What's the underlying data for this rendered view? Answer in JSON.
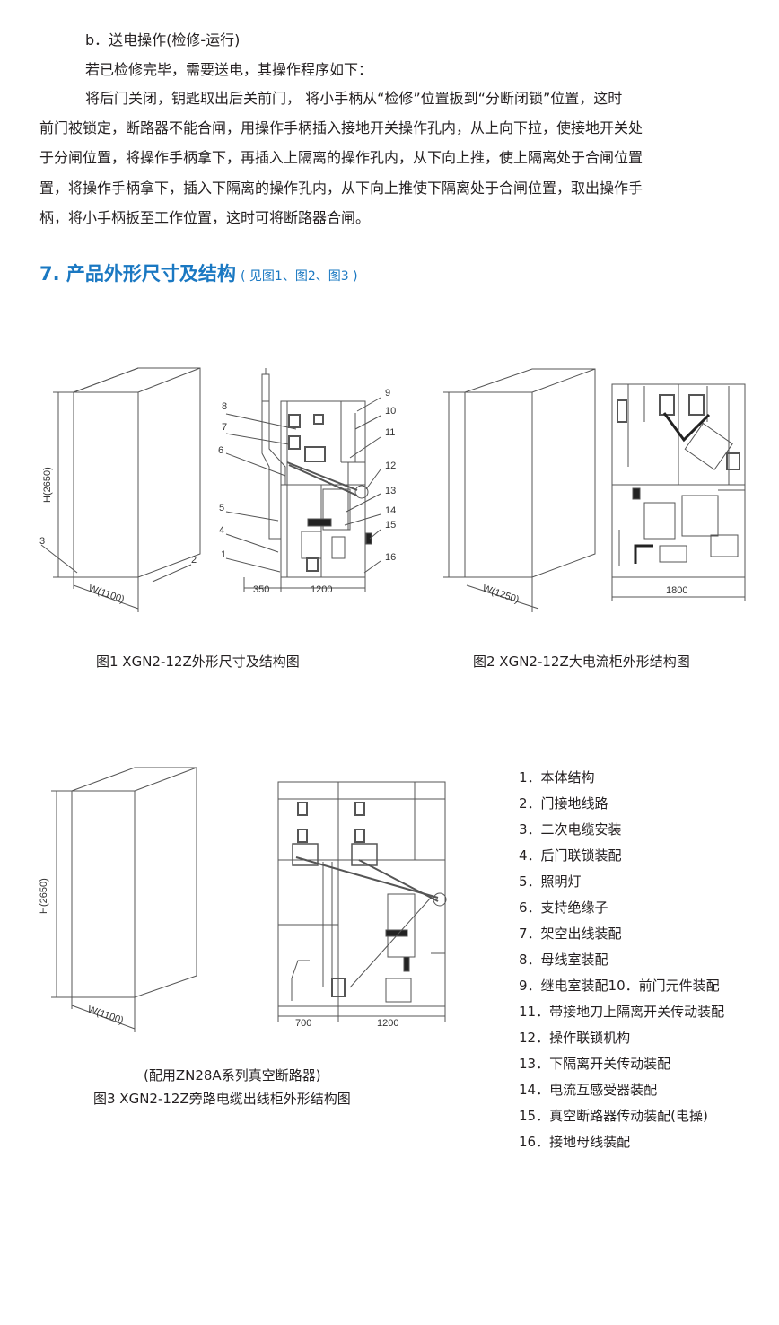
{
  "intro": {
    "heading_b": "b．送电操作(检修-运行)",
    "line1": "若已检修完毕，需要送电，其操作程序如下：",
    "para": [
      "将后门关闭，钥匙取出后关前门， 将小手柄从“检修”位置扳到“分断闭锁”位置，这时",
      "前门被锁定，断路器不能合闸，用操作手柄插入接地开关操作孔内，从上向下拉，使接地开关处",
      "于分闸位置，将操作手柄拿下，再插入上隔离的操作孔内，从下向上推，使上隔离处于合闸位置",
      "置，将操作手柄拿下，插入下隔离的操作孔内，从下向上推使下隔离处于合闸位置，取出操作手",
      "柄，将小手柄扳至工作位置，这时可将断路器合闸。"
    ]
  },
  "section": {
    "title": "7. 产品外形尺寸及结构",
    "subtitle": "( 见图1、图2、图3 )"
  },
  "figures": {
    "fig1": {
      "caption": "图1  XGN2-12Z外形尺寸及结构图",
      "height_label": "H(2650)",
      "width_label": "W(1100)",
      "dim_left": "350",
      "dim_right": "1200",
      "callouts": [
        "1",
        "2",
        "3",
        "4",
        "5",
        "6",
        "7",
        "8",
        "9",
        "10",
        "11",
        "12",
        "13",
        "14",
        "15",
        "16"
      ]
    },
    "fig2": {
      "caption": "图2  XGN2-12Z大电流柜外形结构图",
      "width_label": "W(1250)",
      "dim": "1800"
    },
    "fig3": {
      "note": "(配用ZN28A系列真空断路器)",
      "caption": "图3   XGN2-12Z旁路电缆出线柜外形结构图",
      "height_label": "H(2650)",
      "width_label": "W(1100)",
      "dim_left": "700",
      "dim_right": "1200"
    }
  },
  "legend": [
    "1．本体结构",
    "2．门接地线路",
    "3．二次电缆安装",
    "4．后门联锁装配",
    "5．照明灯",
    "6．支持绝缘子",
    "7．架空出线装配",
    "8．母线室装配",
    "9．继电室装配10．前门元件装配",
    "11．带接地刀上隔离开关传动装配",
    "12．操作联锁机构",
    "13．下隔离开关传动装配",
    "14．电流互感受器装配",
    "15．真空断路器传动装配(电操)",
    "16．接地母线装配"
  ],
  "colors": {
    "heading": "#1a78c2",
    "text": "#231f20",
    "line": "#555555"
  }
}
